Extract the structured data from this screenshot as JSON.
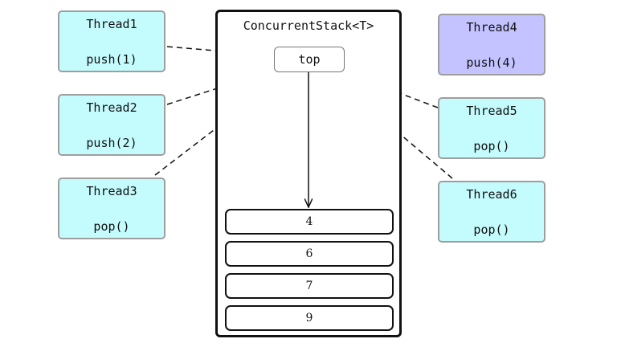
{
  "stack": {
    "title": "ConcurrentStack<T>",
    "top_label": "top",
    "items": [
      "4",
      "6",
      "7",
      "9"
    ]
  },
  "threads": [
    {
      "name": "Thread1",
      "op": "push(1)"
    },
    {
      "name": "Thread2",
      "op": "push(2)"
    },
    {
      "name": "Thread3",
      "op": "pop()"
    },
    {
      "name": "Thread4",
      "op": "push(4)"
    },
    {
      "name": "Thread5",
      "op": "pop()"
    },
    {
      "name": "Thread6",
      "op": "pop()"
    }
  ],
  "colors": {
    "thread_fill": "#c4fbfd",
    "active_thread_fill": "#c4c2ff",
    "thread_border": "#9e9e9e",
    "line": "#111111"
  }
}
